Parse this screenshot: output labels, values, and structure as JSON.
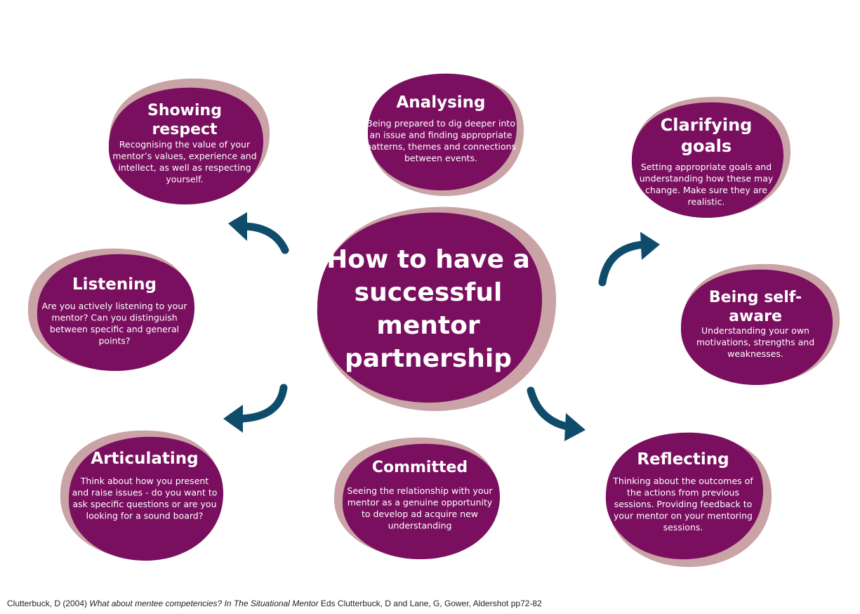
{
  "colors": {
    "blob": "#7a0f5f",
    "shadow": "#c9a3a5",
    "arrow": "#0f4c6b"
  },
  "center": {
    "title_lines": [
      "How to have a",
      "successful",
      "mentor",
      "partnership"
    ]
  },
  "nodes": [
    {
      "id": "showing-respect",
      "title_lines": [
        "Showing",
        "respect"
      ],
      "desc_lines": [
        "Recognising the value of your",
        "mentor’s  values, experience and",
        "intellect, as well as respecting",
        "yourself."
      ]
    },
    {
      "id": "analysing",
      "title_lines": [
        "Analysing"
      ],
      "desc_lines": [
        "Being prepared to dig deeper into",
        "an issue and finding appropriate",
        "patterns, themes and connections",
        "between events."
      ]
    },
    {
      "id": "clarifying-goals",
      "title_lines": [
        "Clarifying",
        "goals"
      ],
      "desc_lines": [
        "Setting appropriate goals and",
        "understanding how these may",
        "change.  Make sure they are",
        "realistic."
      ]
    },
    {
      "id": "listening",
      "title_lines": [
        "Listening"
      ],
      "desc_lines": [
        "Are you actively listening to your",
        "mentor? Can you distinguish",
        "between specific and general",
        "points?"
      ]
    },
    {
      "id": "being-self-aware",
      "title_lines": [
        "Being self-",
        "aware"
      ],
      "desc_lines": [
        "Understanding your own",
        "motivations, strengths and",
        "weaknesses."
      ]
    },
    {
      "id": "articulating",
      "title_lines": [
        "Articulating"
      ],
      "desc_lines": [
        "Think about how you present",
        "and raise issues - do you want to",
        "ask specific questions or are you",
        "looking for a sound board?"
      ]
    },
    {
      "id": "committed",
      "title_lines": [
        "Committed"
      ],
      "desc_lines": [
        "Seeing the relationship with your",
        "mentor as a genuine opportunity",
        "to develop ad acquire new",
        "understanding"
      ]
    },
    {
      "id": "reflecting",
      "title_lines": [
        "Reflecting"
      ],
      "desc_lines": [
        "Thinking about the outcomes of",
        "the actions from previous",
        "sessions. Providing feedback to",
        "your mentor on your mentoring",
        "sessions."
      ]
    }
  ],
  "citation": {
    "prefix": "Clutterbuck, D (2004) ",
    "italic": "What about mentee competencies? In The Situational Mentor",
    "suffix": " Eds Clutterbuck, D and Lane, G, Gower, Aldershot pp72-82"
  }
}
